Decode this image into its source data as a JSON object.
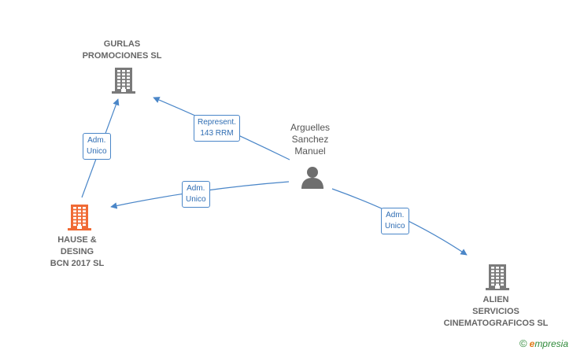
{
  "nodes": [
    {
      "id": "gurlas",
      "kind": "company",
      "color": "#7a7a7a",
      "label_lines": [
        "GURLAS",
        "PROMOCIONES SL"
      ]
    },
    {
      "id": "hause",
      "kind": "company",
      "color": "#f06a35",
      "label_lines": [
        "HAUSE &",
        "DESING",
        "BCN 2017  SL"
      ]
    },
    {
      "id": "arguelles",
      "kind": "person",
      "color": "#6e6e6e",
      "label_lines": [
        "Arguelles",
        "Sanchez",
        "Manuel"
      ]
    },
    {
      "id": "alien",
      "kind": "company",
      "color": "#7a7a7a",
      "label_lines": [
        "ALIEN",
        "SERVICIOS",
        "CINEMATOGRAFICOS SL"
      ]
    }
  ],
  "edges": [
    {
      "id": "hause-gurlas",
      "from": "hause",
      "to": "gurlas",
      "label_lines": [
        "Adm.",
        "Unico"
      ]
    },
    {
      "id": "arguelles-gurlas",
      "from": "arguelles",
      "to": "gurlas",
      "label_lines": [
        "Represent.",
        "143 RRM"
      ]
    },
    {
      "id": "arguelles-hause",
      "from": "arguelles",
      "to": "hause",
      "label_lines": [
        "Adm.",
        "Unico"
      ]
    },
    {
      "id": "arguelles-alien",
      "from": "arguelles",
      "to": "alien",
      "label_lines": [
        "Adm.",
        "Unico"
      ]
    }
  ],
  "colors": {
    "edge": "#4a86c8"
  },
  "brand": {
    "copyright": "©",
    "initial": "e",
    "rest": "mpresia"
  }
}
